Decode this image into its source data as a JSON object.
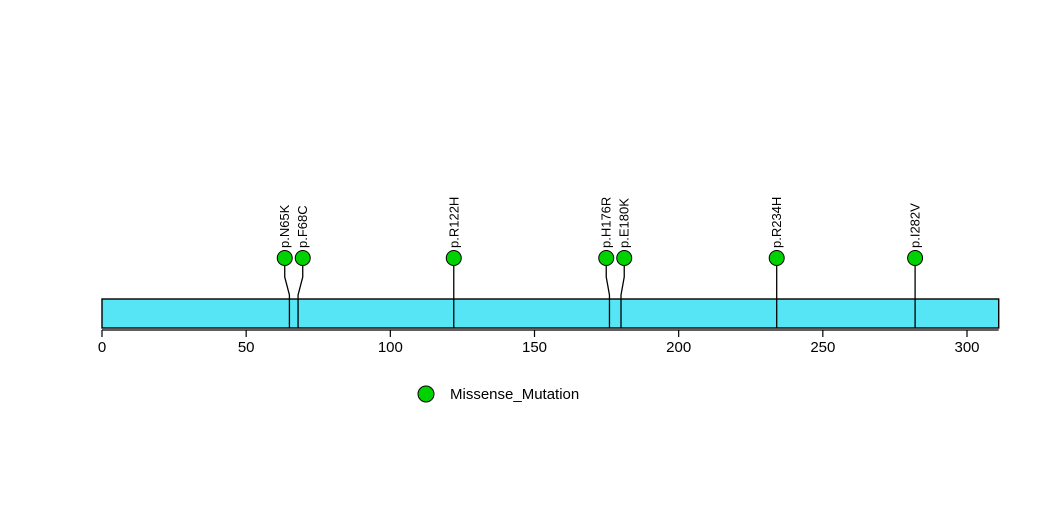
{
  "chart_data": {
    "type": "lollipop",
    "title": "",
    "xlabel": "",
    "ylabel": "",
    "xlim": [
      0,
      311
    ],
    "grid": false,
    "protein": {
      "length": 311,
      "bar_color": "#55E5F5",
      "bar_border_color": "#000000"
    },
    "axis": {
      "ticks": [
        0,
        50,
        100,
        150,
        200,
        250,
        300
      ],
      "tick_labels": [
        "0",
        "50",
        "100",
        "150",
        "200",
        "250",
        "300"
      ]
    },
    "marker_color": "#00D200",
    "marker_border_color": "#000000",
    "mutations": [
      {
        "label": "p.N65K",
        "position": 65,
        "count": 1,
        "type": "Missense_Mutation"
      },
      {
        "label": "p.F68C",
        "position": 68,
        "count": 1,
        "type": "Missense_Mutation"
      },
      {
        "label": "p.R122H",
        "position": 122,
        "count": 1,
        "type": "Missense_Mutation"
      },
      {
        "label": "p.H176R",
        "position": 176,
        "count": 1,
        "type": "Missense_Mutation"
      },
      {
        "label": "p.E180K",
        "position": 180,
        "count": 1,
        "type": "Missense_Mutation"
      },
      {
        "label": "p.R234H",
        "position": 234,
        "count": 1,
        "type": "Missense_Mutation"
      },
      {
        "label": "p.I282V",
        "position": 282,
        "count": 1,
        "type": "Missense_Mutation"
      }
    ],
    "legend": {
      "position": "bottom",
      "entries": [
        {
          "label": "Missense_Mutation",
          "color": "#00D200"
        }
      ]
    }
  }
}
